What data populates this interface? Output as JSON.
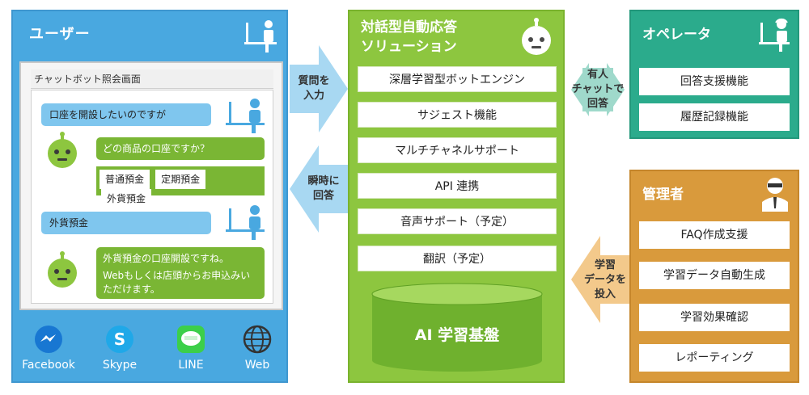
{
  "user": {
    "title": "ユーザー",
    "chat_title": "チャットボット照会画面",
    "messages": [
      "口座を開設したいのですが",
      "どの商品の口座ですか？",
      "外貨預金",
      "外貨預金の口座開設ですね。",
      "Webもしくは店頭からお申込みいただけます。"
    ],
    "options": [
      "普通預金",
      "定期預金",
      "外貨預金"
    ],
    "apps": [
      "Facebook",
      "Skype",
      "LINE",
      "Web"
    ]
  },
  "arrows": {
    "input_q": [
      "質問を",
      "入力"
    ],
    "instant_answer": [
      "瞬時に",
      "回答"
    ],
    "human_chat": [
      "有人",
      "チャットで",
      "回答"
    ],
    "learn_data": [
      "学習",
      "データを",
      "投入"
    ]
  },
  "solution": {
    "title_line1": "対話型自動応答",
    "title_line2": "ソリューション",
    "features": [
      "深層学習型ボットエンジン",
      "サジェスト機能",
      "マルチチャネルサポート",
      "API 連携",
      "音声サポート（予定）",
      "翻訳（予定）"
    ],
    "base": "AI 学習基盤"
  },
  "operator": {
    "title": "オペレータ",
    "items": [
      "回答支援機能",
      "履歴記録機能"
    ]
  },
  "admin": {
    "title": "管理者",
    "items": [
      "FAQ作成支援",
      "学習データ自動生成",
      "学習効果確認",
      "レポーティング"
    ]
  },
  "colors": {
    "user": "#49a8e0",
    "solution": "#8dc63f",
    "operator": "#2bab8c",
    "admin": "#d99a3c",
    "arrow_blue": "#a8d8f2",
    "arrow_teal": "#9fd9cb",
    "arrow_orange": "#f3c98b"
  }
}
